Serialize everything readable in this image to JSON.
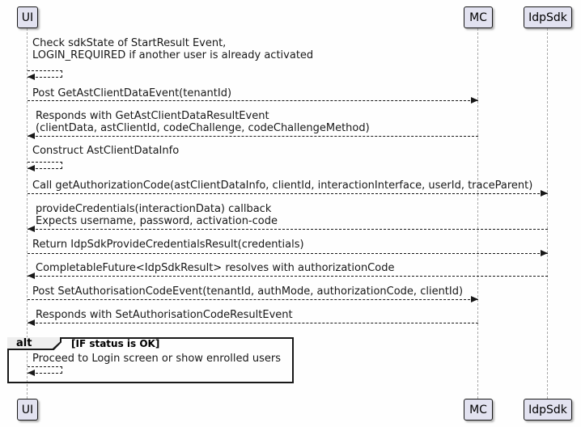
{
  "diagram": {
    "type": "uml-sequence-diagram"
  },
  "participants": [
    {
      "name": "UI"
    },
    {
      "name": "MC"
    },
    {
      "name": "IdpSdk"
    }
  ],
  "messages": [
    {
      "from": "UI",
      "to": "UI",
      "kind": "self",
      "text": "Check sdkState of StartResult Event,\n LOGIN_REQUIRED if another user is already activated"
    },
    {
      "from": "UI",
      "to": "MC",
      "kind": "arrow-right",
      "text": "Post GetAstClientDataEvent(tenantId)"
    },
    {
      "from": "MC",
      "to": "UI",
      "kind": "arrow-left",
      "text": "Responds with GetAstClientDataResultEvent\n(clientData, astClientId, codeChallenge, codeChallengeMethod)"
    },
    {
      "from": "UI",
      "to": "UI",
      "kind": "self",
      "text": "Construct AstClientDataInfo"
    },
    {
      "from": "UI",
      "to": "IdpSdk",
      "kind": "arrow-right",
      "text": "Call getAuthorizationCode(astClientDataInfo, clientId, interactionInterface, userId, traceParent)"
    },
    {
      "from": "IdpSdk",
      "to": "UI",
      "kind": "arrow-left",
      "text": "provideCredentials(interactionData) callback\nExpects username, password, activation-code"
    },
    {
      "from": "UI",
      "to": "IdpSdk",
      "kind": "arrow-right",
      "text": "Return IdpSdkProvideCredentialsResult(credentials)"
    },
    {
      "from": "IdpSdk",
      "to": "UI",
      "kind": "arrow-left",
      "text": "CompletableFuture<IdpSdkResult> resolves with authorizationCode"
    },
    {
      "from": "UI",
      "to": "MC",
      "kind": "arrow-right",
      "text": "Post SetAuthorisationCodeEvent(tenantId, authMode, authorizationCode, clientId)"
    },
    {
      "from": "MC",
      "to": "UI",
      "kind": "arrow-left",
      "text": "Responds with SetAuthorisationCodeResultEvent"
    },
    {
      "from": "UI",
      "to": "UI",
      "kind": "self",
      "in_fragment": true,
      "text": "Proceed to Login screen or show enrolled users"
    }
  ],
  "fragment": {
    "keyword": "alt",
    "condition": "[IF status is OK]"
  },
  "colors": {
    "participant_fill": "#e2e2f0",
    "participant_border": "#181818",
    "message_line": "#181818",
    "lifeline": "#a8a8a8",
    "fragment_header_fill": "#eeeeee",
    "background": "#fefefe"
  }
}
